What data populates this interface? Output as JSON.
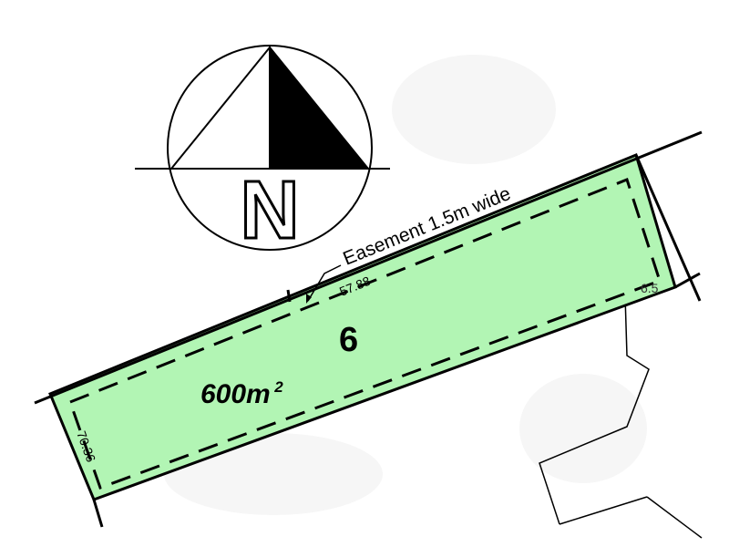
{
  "map": {
    "lot": {
      "number": "6",
      "area": "600m",
      "area_superscript": "2",
      "fill_color": "#b2f5b4"
    },
    "easement": {
      "label": "Easement 1.5m wide"
    },
    "dimensions": {
      "frontage": "57.88",
      "side": "70.36",
      "offset": "6.5"
    },
    "north_arrow": {
      "letter": "N",
      "icon": "north-arrow-icon"
    }
  }
}
